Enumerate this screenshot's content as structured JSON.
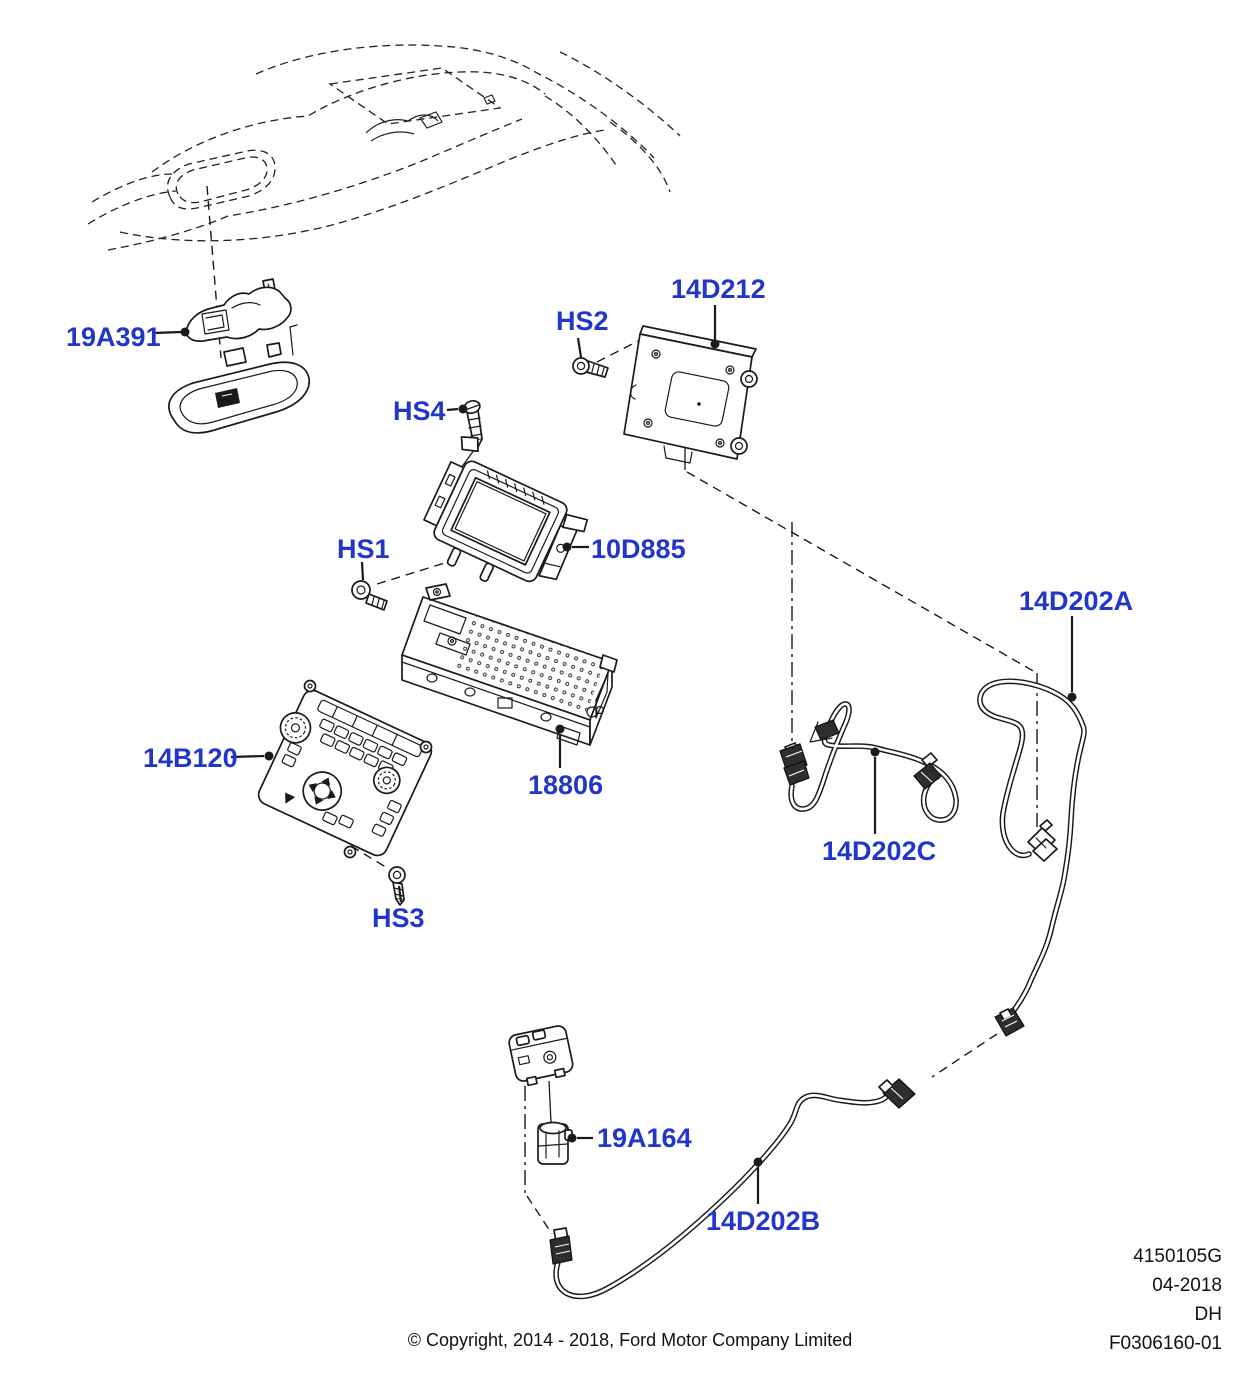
{
  "diagram_type": "exploded-parts-diagram",
  "labels": [
    {
      "text": "19A391"
    },
    {
      "text": "HS2"
    },
    {
      "text": "14D212"
    },
    {
      "text": "HS4"
    },
    {
      "text": "HS1"
    },
    {
      "text": "10D885"
    },
    {
      "text": "14D202A"
    },
    {
      "text": "14B120"
    },
    {
      "text": "18806"
    },
    {
      "text": "14D202C"
    },
    {
      "text": "HS3"
    },
    {
      "text": "19A164"
    },
    {
      "text": "14D202B"
    }
  ],
  "footer": {
    "code": "4150105G",
    "date": "04-2018",
    "revision": "DH",
    "drawing_number": "F0306160-01",
    "copyright": "© Copyright, 2014 - 2018, Ford Motor Company Limited"
  },
  "colors": {
    "label_blue": "#2236c9",
    "line_black": "#1a1a1a",
    "background": "#ffffff"
  }
}
